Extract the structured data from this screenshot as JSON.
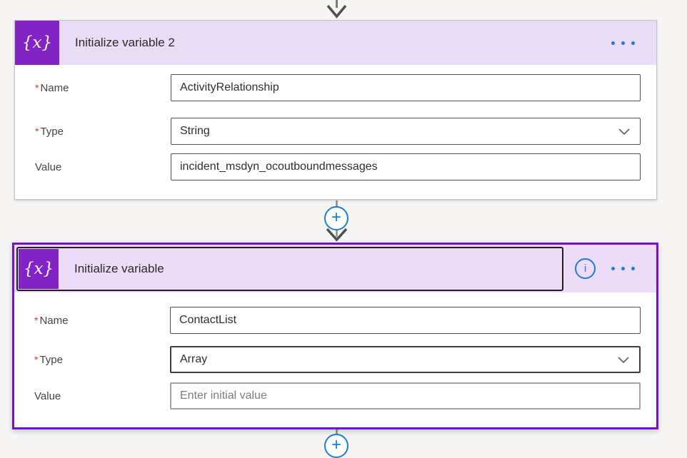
{
  "colors": {
    "accent_purple": "#8223c6",
    "selected_border": "#7312d6",
    "header_lavender": "#e9dcf6",
    "accent_blue": "#1a7dd6",
    "canvas_bg": "#f6f5f4",
    "required_red": "#d13438"
  },
  "icons": {
    "variable_glyph": "{x}",
    "plus_glyph": "+",
    "info_glyph": "i"
  },
  "required_marker": "*",
  "cards": [
    {
      "title": "Initialize variable 2",
      "selected": false,
      "fields": [
        {
          "label": "Name",
          "required": true,
          "control": "text",
          "value": "ActivityRelationship"
        },
        {
          "label": "Type",
          "required": true,
          "control": "dropdown",
          "value": "String"
        },
        {
          "label": "Value",
          "required": false,
          "control": "text",
          "value": "incident_msdyn_ocoutboundmessages"
        }
      ]
    },
    {
      "title": "Initialize variable",
      "selected": true,
      "fields": [
        {
          "label": "Name",
          "required": true,
          "control": "text",
          "value": "ContactList"
        },
        {
          "label": "Type",
          "required": true,
          "control": "dropdown",
          "value": "Array"
        },
        {
          "label": "Value",
          "required": false,
          "control": "text",
          "value": "",
          "placeholder": "Enter initial value"
        }
      ]
    }
  ]
}
